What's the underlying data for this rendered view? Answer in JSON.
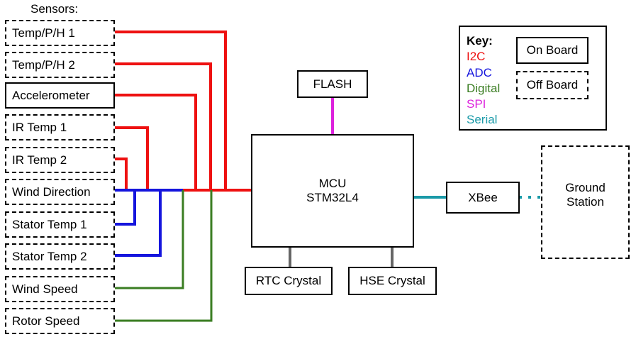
{
  "sensors_title": "Sensors:",
  "sensors": [
    {
      "label": "Temp/P/H 1",
      "style": "dashed"
    },
    {
      "label": "Temp/P/H 2",
      "style": "dashed"
    },
    {
      "label": "Accelerometer",
      "style": "solid"
    },
    {
      "label": "IR Temp 1",
      "style": "dashed"
    },
    {
      "label": "IR Temp 2",
      "style": "dashed"
    },
    {
      "label": "Wind Direction",
      "style": "dashed"
    },
    {
      "label": "Stator Temp 1",
      "style": "dashed"
    },
    {
      "label": "Stator Temp 2",
      "style": "dashed"
    },
    {
      "label": "Wind Speed",
      "style": "dashed"
    },
    {
      "label": "Rotor Speed",
      "style": "dashed"
    }
  ],
  "mcu": {
    "line1": "MCU",
    "line2": "STM32L4"
  },
  "flash": "FLASH",
  "rtc": "RTC Crystal",
  "hse": "HSE Crystal",
  "xbee": "XBee",
  "ground_station": {
    "line1": "Ground",
    "line2": "Station"
  },
  "key": {
    "title": "Key:",
    "items": [
      {
        "label": "I2C",
        "color": "#ee1111"
      },
      {
        "label": "ADC",
        "color": "#1515dd"
      },
      {
        "label": "Digital",
        "color": "#3a7d22"
      },
      {
        "label": "SPI",
        "color": "#dd22dd"
      },
      {
        "label": "Serial",
        "color": "#1a9aa8"
      }
    ],
    "on_board": "On Board",
    "off_board": "Off Board"
  },
  "colors": {
    "i2c": "#ee1111",
    "adc": "#1515dd",
    "digital": "#3a7d22",
    "spi": "#dd22dd",
    "serial": "#1a9aa8",
    "ground": "#666666"
  }
}
